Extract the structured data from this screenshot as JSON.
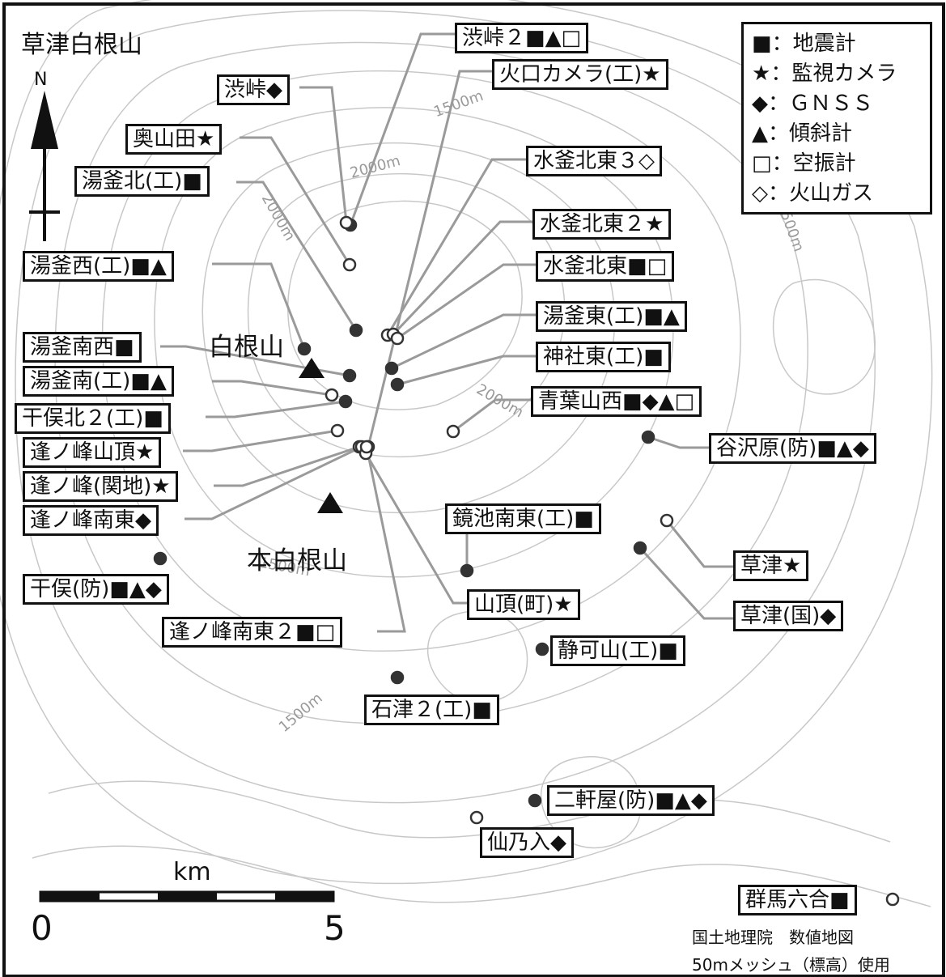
{
  "map": {
    "title": "草津白根山",
    "north": "N",
    "peaks": [
      {
        "name": "白根山"
      },
      {
        "name": "本白根山"
      }
    ],
    "contour_labels": [
      "1500m",
      "2000m",
      "2000m",
      "1500m",
      "2000m",
      "1500m",
      "1500m"
    ],
    "legend": [
      {
        "symbol": "■",
        "label": "地震計"
      },
      {
        "symbol": "★",
        "label": "監視カメラ"
      },
      {
        "symbol": "◆",
        "label": "ＧＮＳＳ"
      },
      {
        "symbol": "▲",
        "label": "傾斜計"
      },
      {
        "symbol": "□",
        "label": "空振計"
      },
      {
        "symbol": "◇",
        "label": "火山ガス"
      }
    ],
    "legend_separator": "：",
    "stations": [
      {
        "label": "渋峠２■▲□"
      },
      {
        "label": "火口カメラ(工)★"
      },
      {
        "label": "渋峠◆"
      },
      {
        "label": "奥山田★"
      },
      {
        "label": "湯釜北(工)■"
      },
      {
        "label": "水釜北東３◇"
      },
      {
        "label": "水釜北東２★"
      },
      {
        "label": "湯釜西(工)■▲"
      },
      {
        "label": "水釜北東■□"
      },
      {
        "label": "湯釜東(工)■▲"
      },
      {
        "label": "湯釜南西■"
      },
      {
        "label": "神社東(工)■"
      },
      {
        "label": "湯釜南(工)■▲"
      },
      {
        "label": "青葉山西■◆▲□"
      },
      {
        "label": "干俣北２(工)■"
      },
      {
        "label": "谷沢原(防)■▲◆"
      },
      {
        "label": "逢ノ峰山頂★"
      },
      {
        "label": "逢ノ峰(関地)★"
      },
      {
        "label": "鏡池南東(工)■"
      },
      {
        "label": "逢ノ峰南東◆"
      },
      {
        "label": "草津★"
      },
      {
        "label": "干俣(防)■▲◆"
      },
      {
        "label": "山頂(町)★"
      },
      {
        "label": "草津(国)◆"
      },
      {
        "label": "逢ノ峰南東２■□"
      },
      {
        "label": "静可山(工)■"
      },
      {
        "label": "石津２(工)■"
      },
      {
        "label": "二軒屋(防)■▲◆"
      },
      {
        "label": "仙乃入◆"
      },
      {
        "label": "群馬六合■"
      }
    ],
    "scale": {
      "unit": "km",
      "start": "0",
      "end": "5"
    },
    "credit": [
      "国土地理院　数値地図",
      "50mメッシュ（標高）使用"
    ],
    "colors": {
      "ink": "#111111",
      "leader": "#9a9a9a",
      "contour": "#c8c8c8",
      "dot": "#333333"
    }
  }
}
